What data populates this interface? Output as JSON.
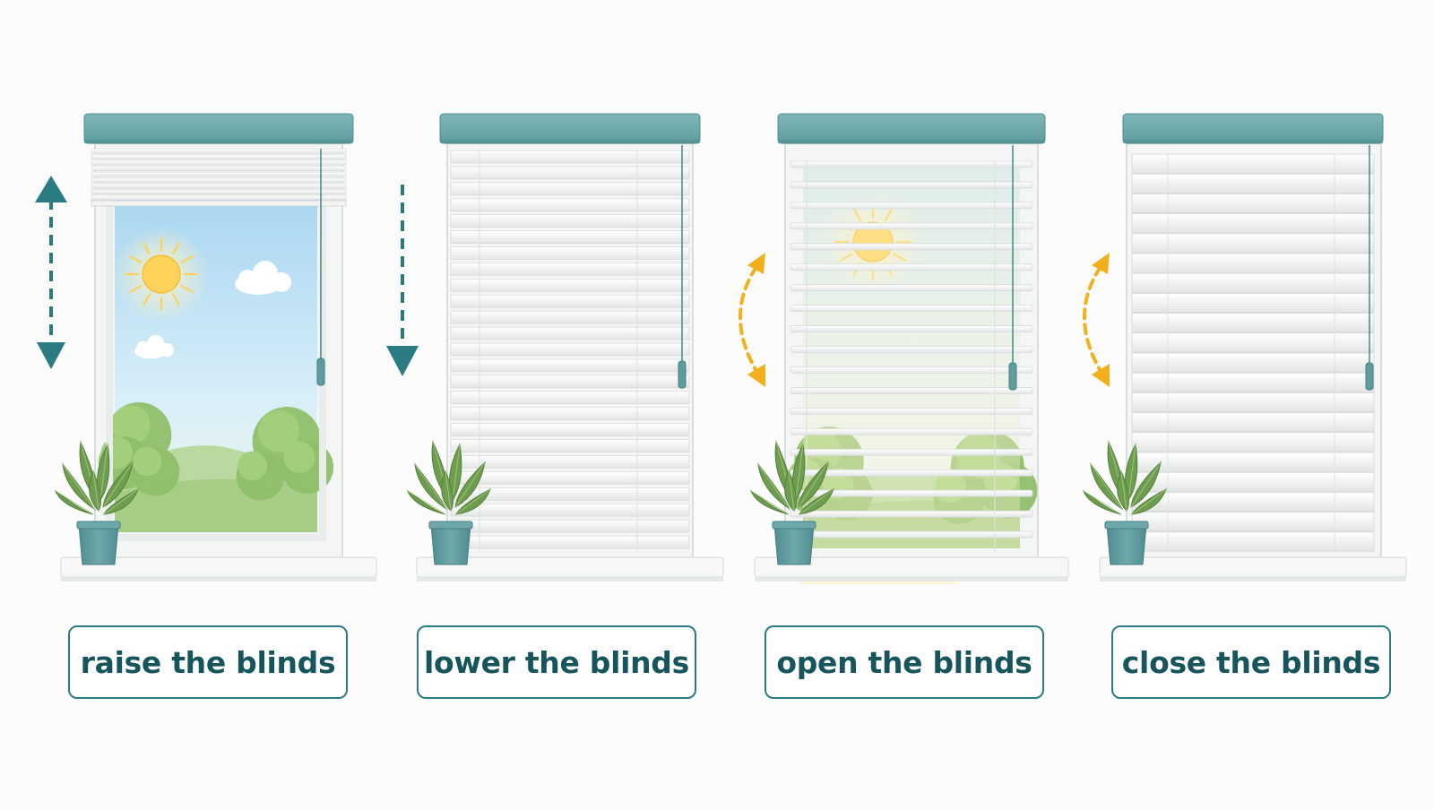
{
  "panels": [
    {
      "id": "raise",
      "label": "raise the blinds",
      "state": "raised",
      "arrow": "double-vertical"
    },
    {
      "id": "lower",
      "label": "lower the blinds",
      "state": "lowered-open",
      "arrow": "down"
    },
    {
      "id": "open",
      "label": "open the blinds",
      "state": "lowered-tilted-open",
      "arrow": "curved-tilt"
    },
    {
      "id": "close",
      "label": "close the blinds",
      "state": "lowered-tilted-closed",
      "arrow": "curved-tilt"
    }
  ],
  "colors": {
    "teal": "#6aa6a8",
    "teal_dark": "#2b7c82",
    "label_text": "#17555c",
    "arrow_amber": "#f2b01e",
    "sky": "#bfe2f5",
    "sun": "#fdd35a",
    "foliage": "#8fbf6a",
    "pot": "#5f9a9e"
  },
  "icons": [
    "double-arrow-icon",
    "down-arrow-icon",
    "curved-arrow-icon",
    "sun-icon",
    "cloud-icon",
    "plant-icon"
  ]
}
